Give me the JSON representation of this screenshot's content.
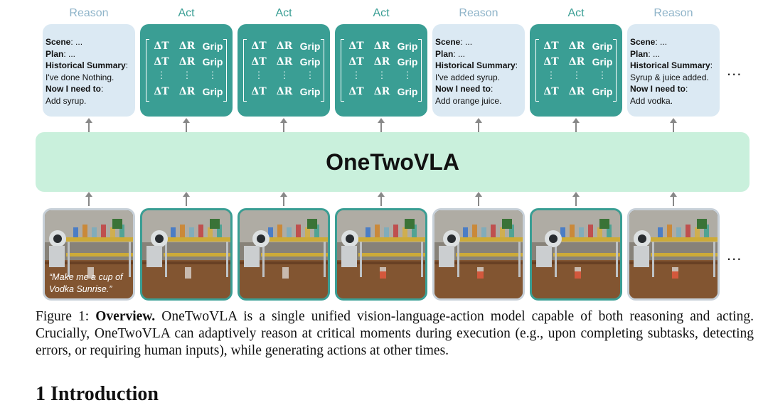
{
  "column_labels": [
    "Reason",
    "Act",
    "Act",
    "Act",
    "Reason",
    "Act",
    "Reason"
  ],
  "reason_blocks": [
    {
      "scene_label": "Scene",
      "scene_value": ": ...",
      "plan_label": "Plan",
      "plan_value": ": ...",
      "history_label": "Historical Summary",
      "history_colon": ":",
      "history_value": "I've done Nothing.",
      "need_label": "Now I need to",
      "need_colon": ":",
      "need_value": "Add syrup."
    },
    {
      "scene_label": "Scene",
      "scene_value": ": ...",
      "plan_label": "Plan",
      "plan_value": ": ...",
      "history_label": "Historical Summary",
      "history_colon": ":",
      "history_value": "I've added syrup.",
      "need_label": "Now I need to",
      "need_colon": ":",
      "need_value": "Add orange juice."
    },
    {
      "scene_label": "Scene",
      "scene_value": ": ...",
      "plan_label": "Plan",
      "plan_value": ": ...",
      "history_label": "Historical Summary",
      "history_colon": ":",
      "history_value": "Syrup & juice added.",
      "need_label": "Now I need to",
      "need_colon": ":",
      "need_value": "Add vodka."
    }
  ],
  "action_matrix": {
    "row1": [
      "ΔT",
      "ΔR",
      "Grip"
    ],
    "row2": [
      "ΔT",
      "ΔR",
      "Grip"
    ],
    "dots": [
      "⋮",
      "⋮",
      "⋮"
    ],
    "row3": [
      "ΔT",
      "ΔR",
      "Grip"
    ]
  },
  "ellipsis": "...",
  "model_name": "OneTwoVLA",
  "instruction": "“Make me a cup of Vodka Sunrise.”",
  "caption": {
    "prefix": "Figure 1: ",
    "bold": "Overview.",
    "text": " OneTwoVLA is a single unified vision-language-action model capable of both reasoning and acting. Crucially, OneTwoVLA can adaptively reason at critical moments during execution (e.g., upon completing subtasks, detecting errors, or requiring human inputs), while generating actions at other times."
  },
  "section_heading": "1   Introduction",
  "colors": {
    "reason_bg": "#dbe9f3",
    "act_bg": "#3a9e94",
    "model_bg": "#c9f0dc",
    "reason_label": "#8fb4c9",
    "act_label": "#3a9e94"
  }
}
